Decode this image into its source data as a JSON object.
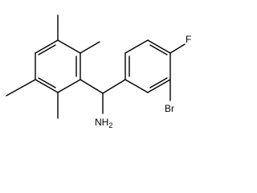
{
  "molecule": {
    "atom_labels": {
      "fluorine": "F",
      "bromine": "Br",
      "amine": "NH2",
      "amine_base": "NH",
      "amine_subscript": "2"
    },
    "bond_color": "#000000",
    "background": "#ffffff"
  }
}
